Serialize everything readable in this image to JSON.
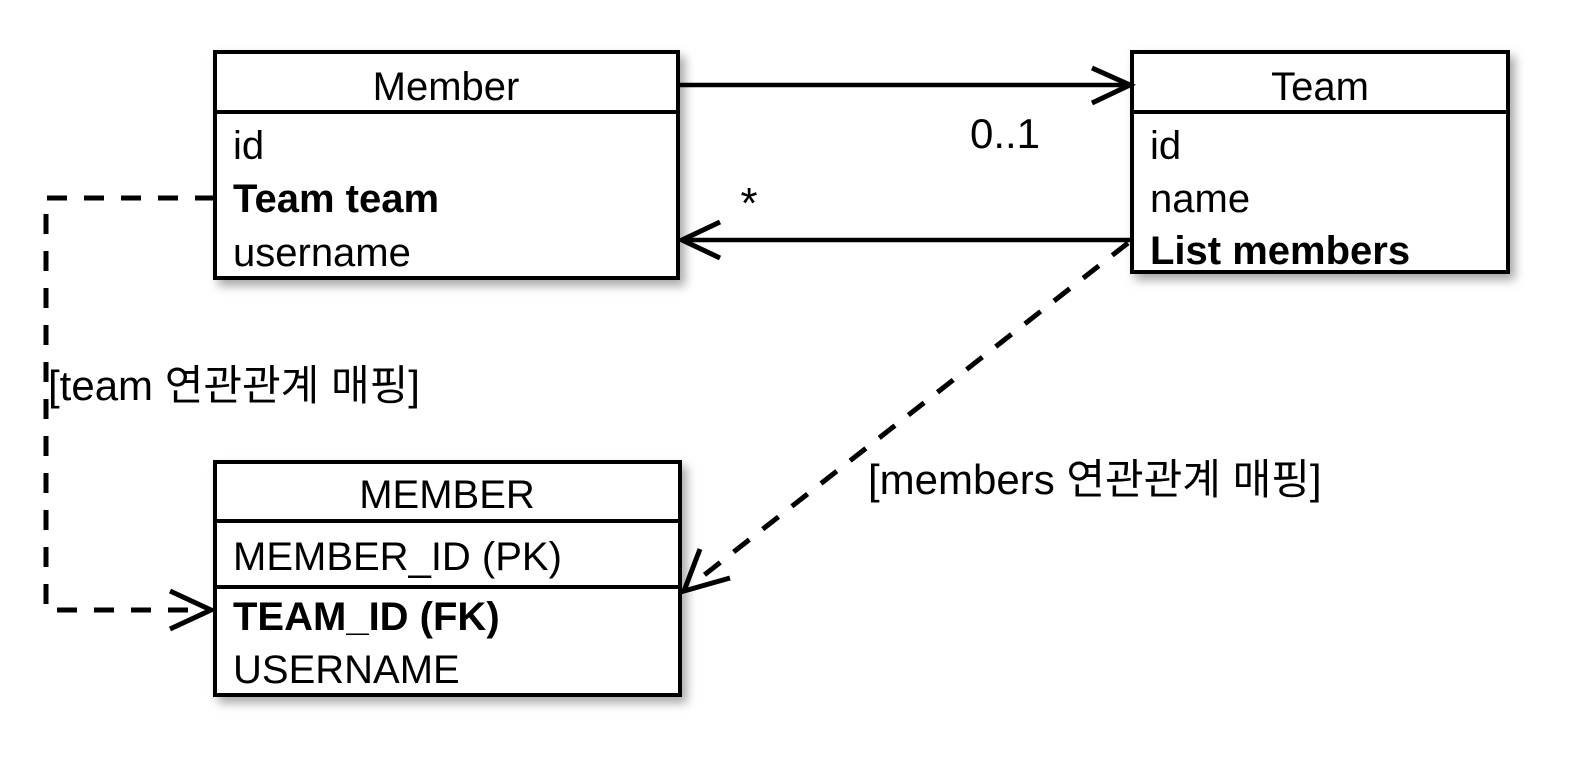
{
  "diagram": {
    "title": "JPA Member-Team association mapping diagram",
    "background_color": "#ffffff",
    "line_color": "#000000",
    "classes": [
      {
        "id": "member-class",
        "name": "Member",
        "fields": [
          {
            "label": "id",
            "bold": false
          },
          {
            "label": "Team team",
            "bold": true
          },
          {
            "label": "username",
            "bold": false
          }
        ]
      },
      {
        "id": "team-class",
        "name": "Team",
        "fields": [
          {
            "label": "id",
            "bold": false
          },
          {
            "label": "name",
            "bold": false
          },
          {
            "label": "List members",
            "bold": true
          }
        ]
      },
      {
        "id": "member-table",
        "name": "MEMBER",
        "fields": [
          {
            "label": "MEMBER_ID (PK)",
            "bold": false
          },
          {
            "label": "TEAM_ID (FK)",
            "bold": true
          },
          {
            "label": "USERNAME",
            "bold": false
          }
        ]
      }
    ],
    "multiplicities": {
      "member_to_team": "0..1",
      "team_to_member": "*"
    },
    "notes": {
      "team_mapping": "[team 연관관계 매핑]",
      "members_mapping": "[members 연관관계 매핑]"
    }
  }
}
